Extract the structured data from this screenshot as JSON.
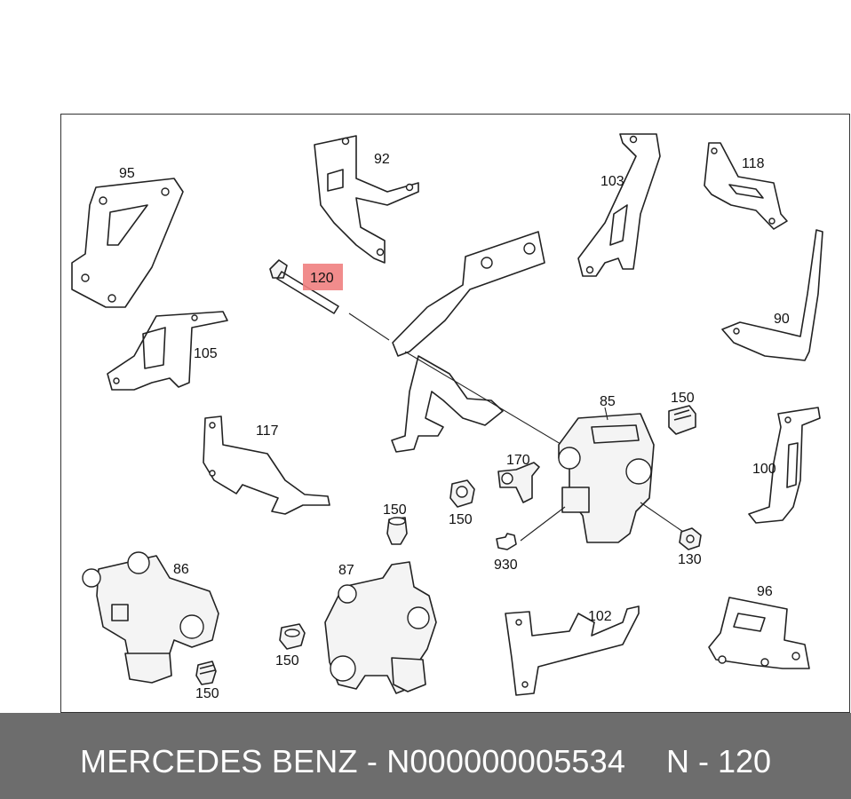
{
  "callouts": {
    "c95": "95",
    "c92": "92",
    "c103": "103",
    "c118": "118",
    "c120": "120",
    "c105": "105",
    "c90": "90",
    "c85": "85",
    "c150a": "150",
    "c117": "117",
    "c170": "170",
    "c150b": "150",
    "c100": "100",
    "c150c": "150",
    "c930": "930",
    "c130": "130",
    "c86": "86",
    "c87": "87",
    "c102": "102",
    "c96": "96",
    "c150d": "150",
    "c150e": "150"
  },
  "highlight_color": "#f08080",
  "footer": {
    "brand_part": "MERCEDES BENZ - N000000005534",
    "part_ref": "N - 120"
  }
}
